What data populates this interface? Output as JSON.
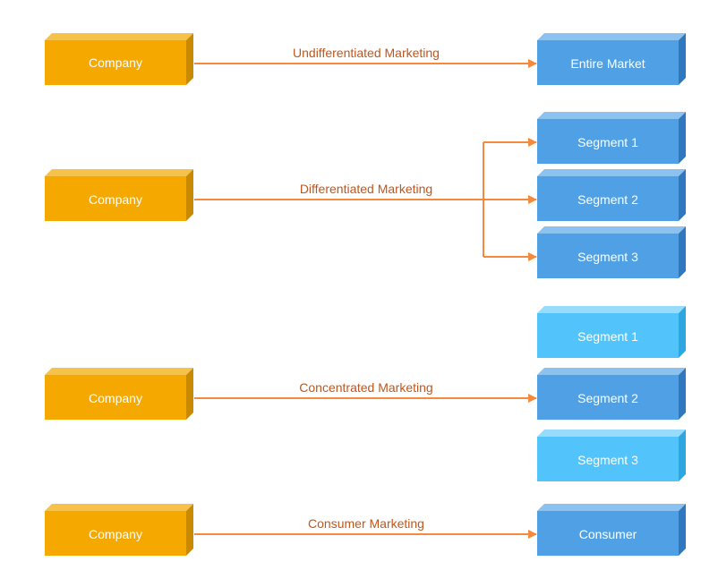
{
  "colors": {
    "company": "#f5a800",
    "segment": "#4fa0e4",
    "segment_light": "#52c4fb",
    "arrow": "#f58a3c",
    "label": "#c0561b"
  },
  "rows": [
    {
      "company": "Company",
      "strategy": "Undifferentiated Marketing",
      "targets": [
        {
          "label": "Entire Market",
          "targeted": true
        }
      ]
    },
    {
      "company": "Company",
      "strategy": "Differentiated Marketing",
      "targets": [
        {
          "label": "Segment 1",
          "targeted": true
        },
        {
          "label": "Segment 2",
          "targeted": true
        },
        {
          "label": "Segment 3",
          "targeted": true
        }
      ]
    },
    {
      "company": "Company",
      "strategy": "Concentrated Marketing",
      "targets": [
        {
          "label": "Segment 1",
          "targeted": false
        },
        {
          "label": "Segment 2",
          "targeted": true
        },
        {
          "label": "Segment 3",
          "targeted": false
        }
      ]
    },
    {
      "company": "Company",
      "strategy": "Consumer Marketing",
      "targets": [
        {
          "label": "Consumer",
          "targeted": true
        }
      ]
    }
  ]
}
